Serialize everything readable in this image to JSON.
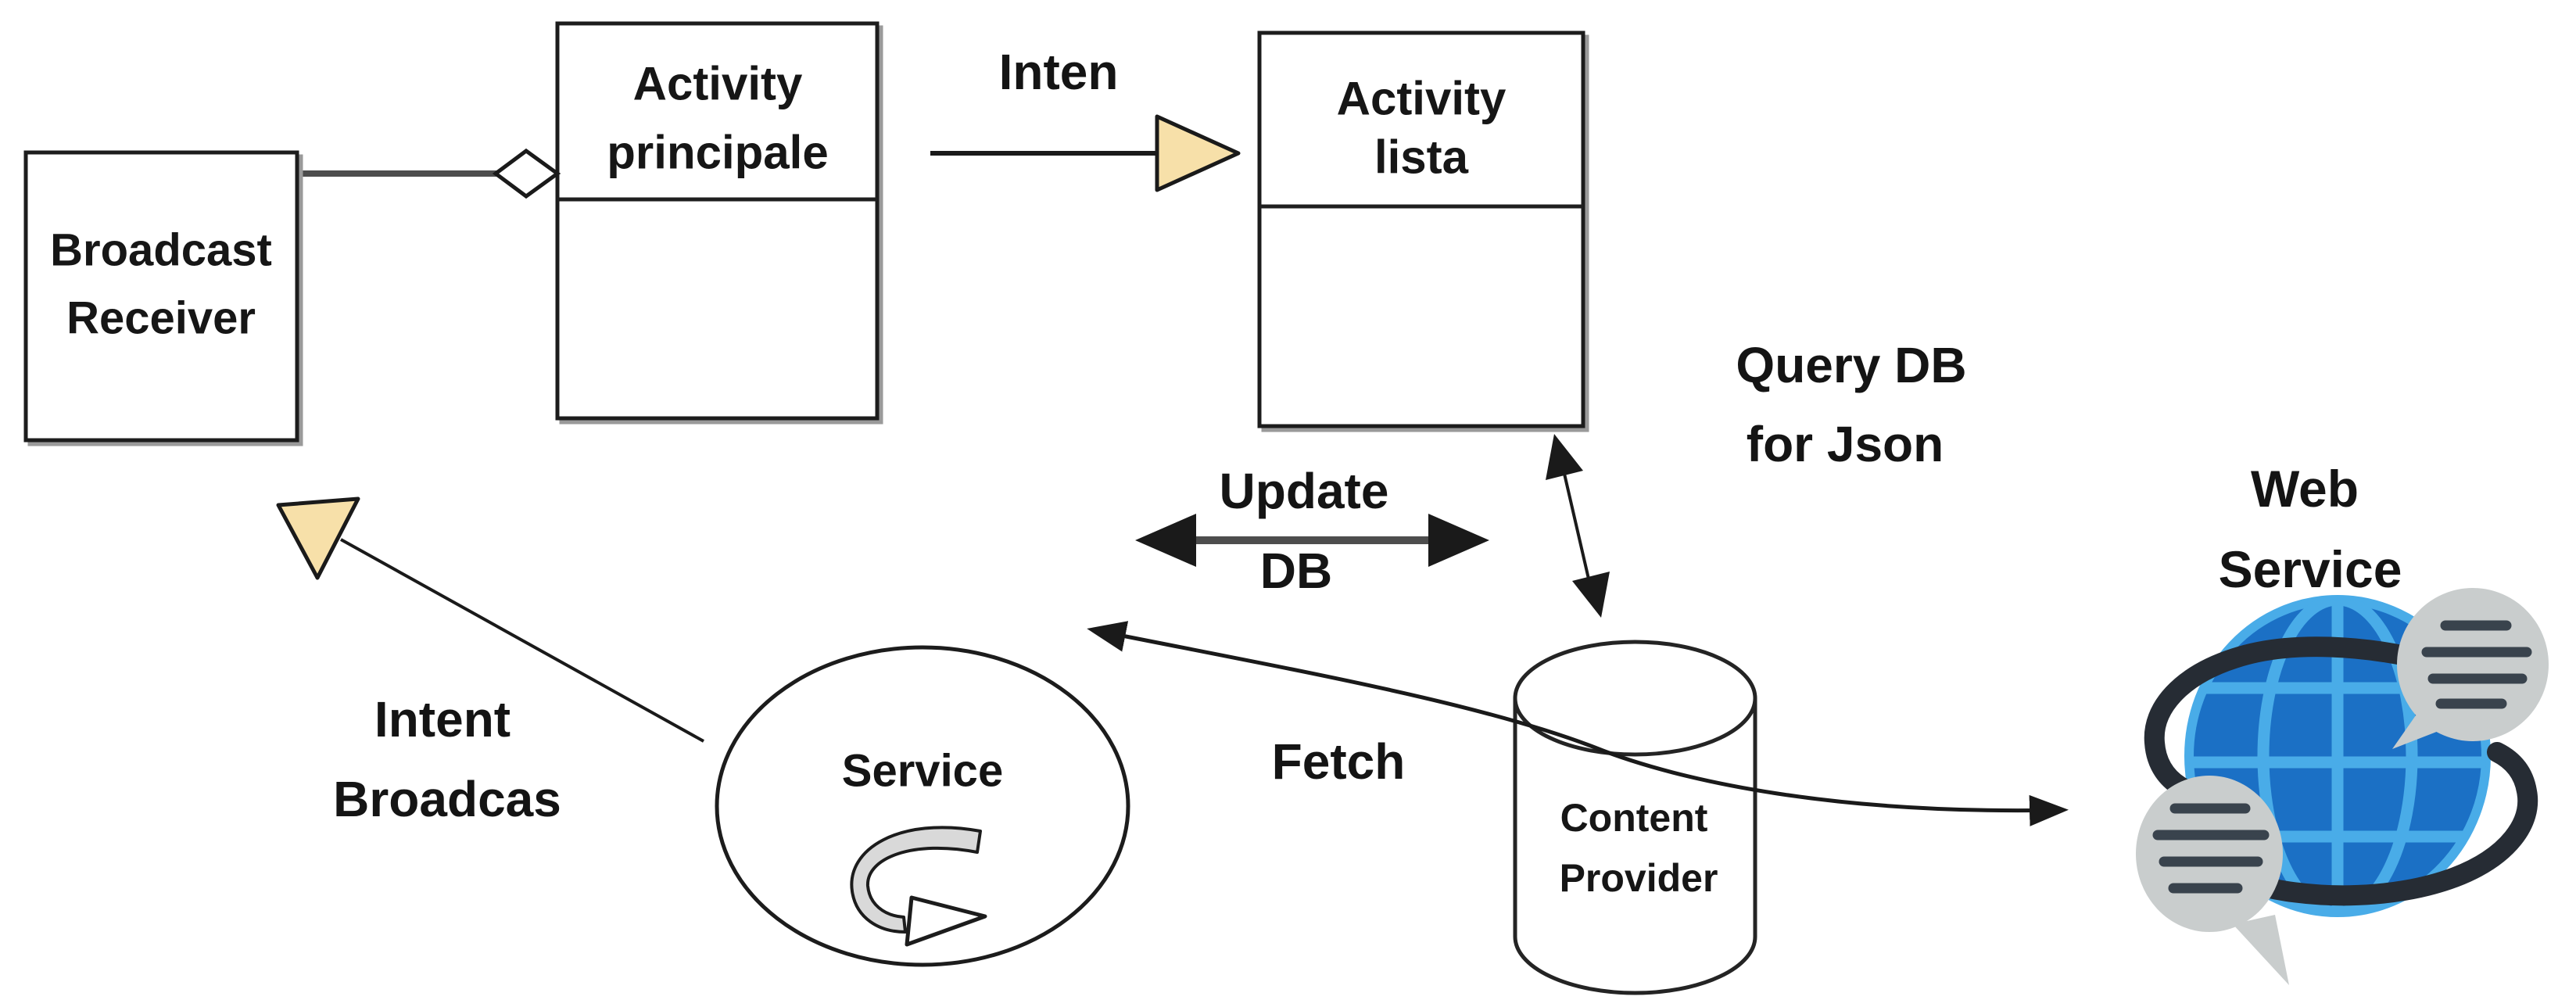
{
  "diagram": {
    "background": "#ffffff",
    "colors": {
      "text": "#161616",
      "line": "#1a1a1a",
      "gray_connector": "#4d4d4d",
      "arrowhead_tan": "#f7e0a9",
      "loop_arrow_gray": "#d9d9d9",
      "globe_blue": "#1b70c5",
      "globe_grid_blue": "#49ace8",
      "ring_dark": "#262c34",
      "bubble_gray": "#c9cdcd",
      "bubble_line_dark": "#39434d"
    },
    "nodes": {
      "broadcast_receiver": {
        "line1": "Broadcast",
        "line2": "Receiver"
      },
      "activity_principale": {
        "line1": "Activity",
        "line2": "principale"
      },
      "activity_lista": {
        "line1": "Activity",
        "line2": "lista"
      },
      "service": {
        "label": "Service"
      },
      "content_provider": {
        "line1": "Content",
        "line2": "Provider"
      },
      "web_service": {
        "line1": "Web",
        "line2": "Service"
      }
    },
    "edges": {
      "intent": {
        "label": "Inten"
      },
      "query_db": {
        "line1": "Query DB",
        "line2": "for Json"
      },
      "update_db": {
        "line1": "Update",
        "line2": "DB"
      },
      "fetch": {
        "label": "Fetch"
      },
      "intent_broadcast": {
        "line1": "Intent",
        "line2": "Broadcas"
      }
    },
    "icons": {
      "service_loop": "rotation-arrow-icon",
      "web_service_globe": "globe-icon",
      "web_service_bubbles": "speech-bubble-icon",
      "aggregation": "aggregation-diamond-icon"
    }
  }
}
